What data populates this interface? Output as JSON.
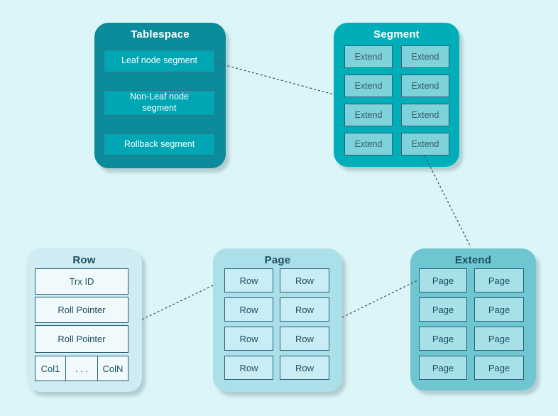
{
  "colors": {
    "canvas_bg": "#dcf5f8",
    "tablespace_fill": "#0c8c9b",
    "tablespace_item_fill": "#00a6b4",
    "segment_fill": "#00aeba",
    "segment_cell_fill": "#7ed2d9",
    "extend_fill": "#6ec7d0",
    "extend_cell_fill": "#a7e0e7",
    "page_fill": "#abdfe9",
    "page_cell_fill": "#c9edf4",
    "row_fill": "#cfecf2",
    "row_item_fill": "#f0f9fb",
    "dark_title_text": "#1f4e63",
    "light_title_text": "#ffffff",
    "connector": "#44546a"
  },
  "diagram": {
    "tablespace": {
      "title": "Tablespace",
      "items": [
        "Leaf node segment",
        "Non-Leaf node segment",
        "Rollback segment"
      ]
    },
    "segment": {
      "title": "Segment",
      "cells": [
        "Extend",
        "Extend",
        "Extend",
        "Extend",
        "Extend",
        "Extend",
        "Extend",
        "Extend"
      ]
    },
    "row": {
      "title": "Row",
      "items": [
        "Trx ID",
        "Roll Pointer",
        "Roll Pointer"
      ],
      "bottom_cells": [
        "Col1",
        ". . .",
        "ColN"
      ]
    },
    "page": {
      "title": "Page",
      "cells": [
        "Row",
        "Row",
        "Row",
        "Row",
        "Row",
        "Row",
        "Row",
        "Row"
      ]
    },
    "extend": {
      "title": "Extend",
      "cells": [
        "Page",
        "Page",
        "Page",
        "Page",
        "Page",
        "Page",
        "Page",
        "Page"
      ]
    }
  }
}
